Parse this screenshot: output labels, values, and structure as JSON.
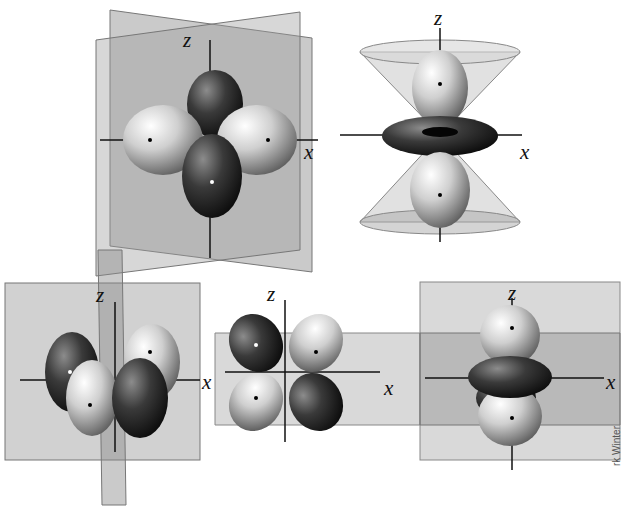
{
  "diagram": {
    "labels": [
      "z",
      "x",
      "z",
      "x",
      "z",
      "x",
      "z",
      "x",
      "z",
      "x",
      "rk Winter"
    ]
  }
}
